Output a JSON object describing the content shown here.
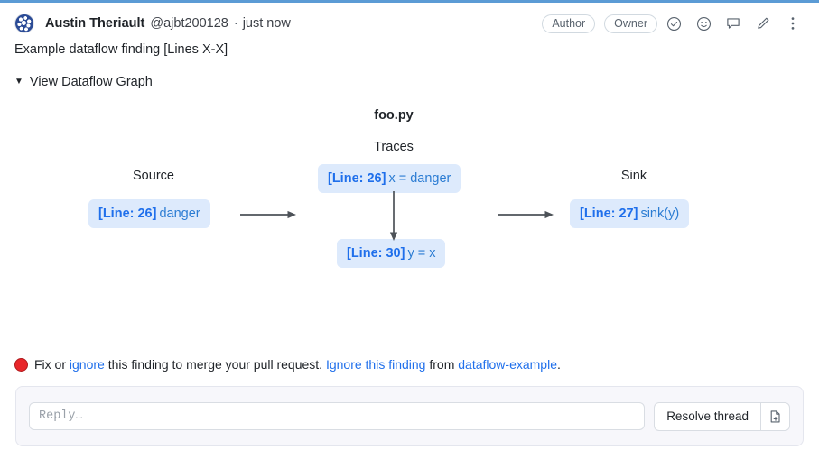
{
  "header": {
    "avatar_name": "avatar",
    "author": "Austin Theriault",
    "handle": "@ajbt200128",
    "separator": "·",
    "timestamp": "just now",
    "badges": [
      "Author",
      "Owner"
    ],
    "icons": [
      "check-circle-icon",
      "emoji-icon",
      "comment-icon",
      "edit-icon",
      "kebab-menu-icon"
    ]
  },
  "body": {
    "text": "Example dataflow finding [Lines X-X]"
  },
  "details": {
    "marker": "▼",
    "label": "View Dataflow Graph"
  },
  "graph": {
    "file_title": "foo.py",
    "columns": {
      "source": "Source",
      "traces": "Traces",
      "sink": "Sink"
    },
    "nodes": {
      "source": {
        "line": "[Line: 26]",
        "code": "danger"
      },
      "trace1": {
        "line": "[Line: 26]",
        "code": "x = danger"
      },
      "trace2": {
        "line": "[Line: 30]",
        "code": "y = x"
      },
      "sink": {
        "line": "[Line: 27]",
        "code": "sink(y)"
      }
    },
    "node_bg": "#ddeafc",
    "line_color": "#1f6feb",
    "code_color": "#2b7cd3",
    "arrow_color": "#4d5258"
  },
  "finding": {
    "status_icon": "red-circle-icon",
    "part1": "Fix or ",
    "link1": "ignore",
    "part2": " this finding to merge your pull request. ",
    "link2": "Ignore this finding",
    "part3": " from ",
    "link3": "dataflow-example",
    "part4": "."
  },
  "reply": {
    "placeholder": "Reply…",
    "value": "",
    "resolve_label": "Resolve thread",
    "attach_icon": "file-add-icon"
  },
  "colors": {
    "top_rule": "#5b9bd5",
    "link": "#1f6feb",
    "status_red": "#e8262a"
  }
}
